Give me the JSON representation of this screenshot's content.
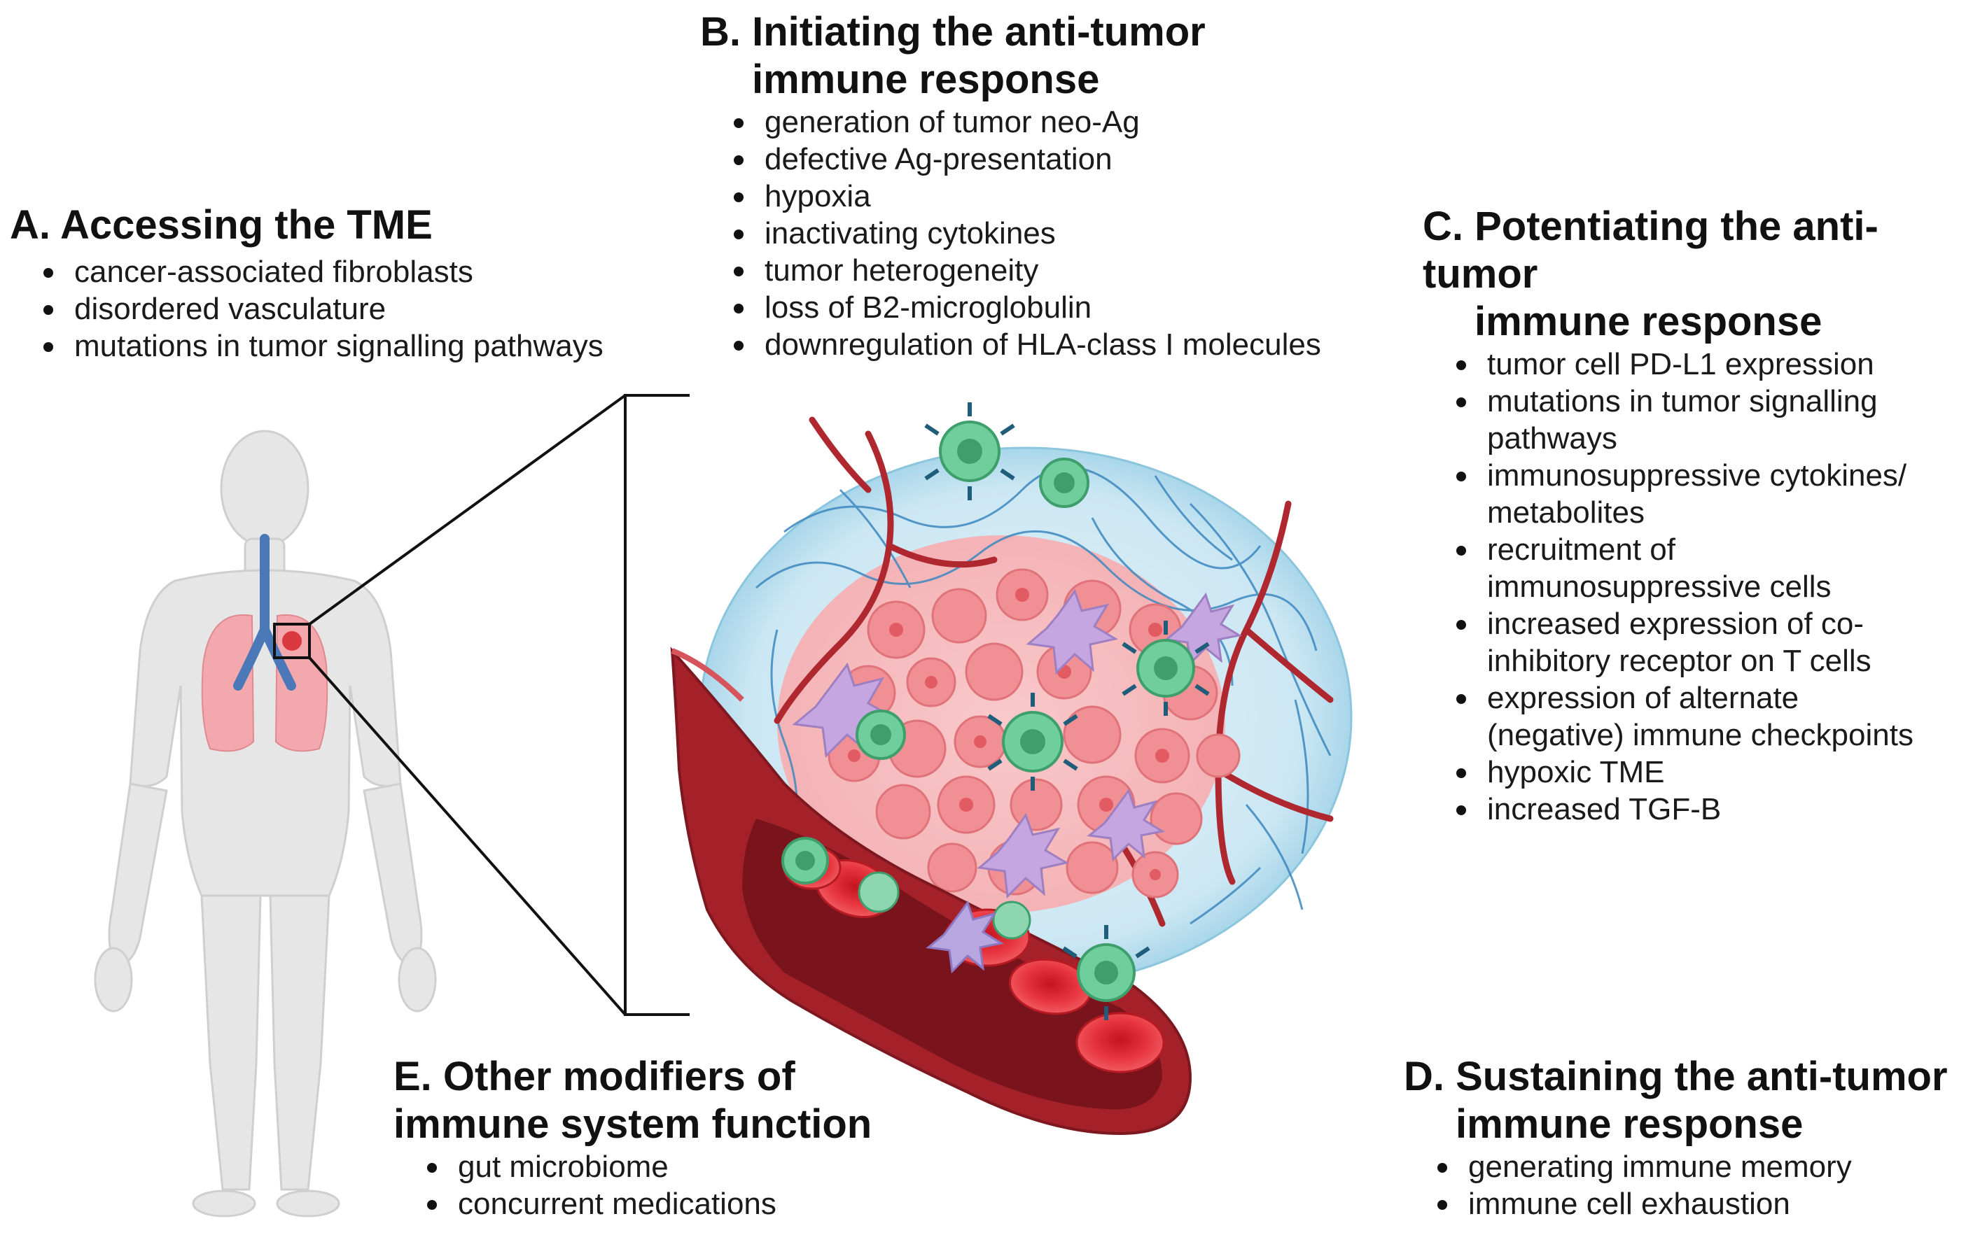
{
  "sections": {
    "a": {
      "title": "A. Accessing the TME",
      "items": [
        "cancer-associated fibroblasts",
        "disordered vasculature",
        "mutations in tumor signalling pathways"
      ]
    },
    "b": {
      "title_line1": "B. Initiating the anti-tumor",
      "title_line2": "immune response",
      "items": [
        "generation of tumor neo-Ag",
        "defective Ag-presentation",
        "hypoxia",
        "inactivating cytokines",
        "tumor heterogeneity",
        "loss of B2-microglobulin",
        "downregulation of HLA-class I molecules"
      ]
    },
    "c": {
      "title_line1": "C. Potentiating the anti-tumor",
      "title_line2": "immune response",
      "items": [
        "tumor cell PD-L1 expression",
        "mutations in tumor signalling pathways",
        "immunosuppressive cytokines/ metabolites",
        "recruitment of immunosuppressive cells",
        "increased expression of co-inhibitory receptor on T cells",
        "expression of alternate (negative) immune checkpoints",
        "hypoxic TME",
        "increased TGF-B"
      ]
    },
    "d": {
      "title_line1": "D. Sustaining the anti-tumor",
      "title_line2": "immune response",
      "items": [
        "generating immune memory",
        "immune cell exhaustion"
      ]
    },
    "e": {
      "title_line1": "E. Other modifiers of",
      "title_line2": "immune system function",
      "items": [
        "gut microbiome",
        "concurrent medications"
      ]
    }
  },
  "colors": {
    "skin": "#e4e4e4",
    "lung": "#f2a8ac",
    "trachea": "#4a78b8",
    "tme_halo": "#cfe9f4",
    "tumor_cell": "#f08f94",
    "vessel": "#a4212a",
    "rbc": "#e8363f",
    "t_cell": "#6fcf9c",
    "dendritic_cell": "#c6a6e0",
    "fibroblast_net": "#3d88bf"
  }
}
